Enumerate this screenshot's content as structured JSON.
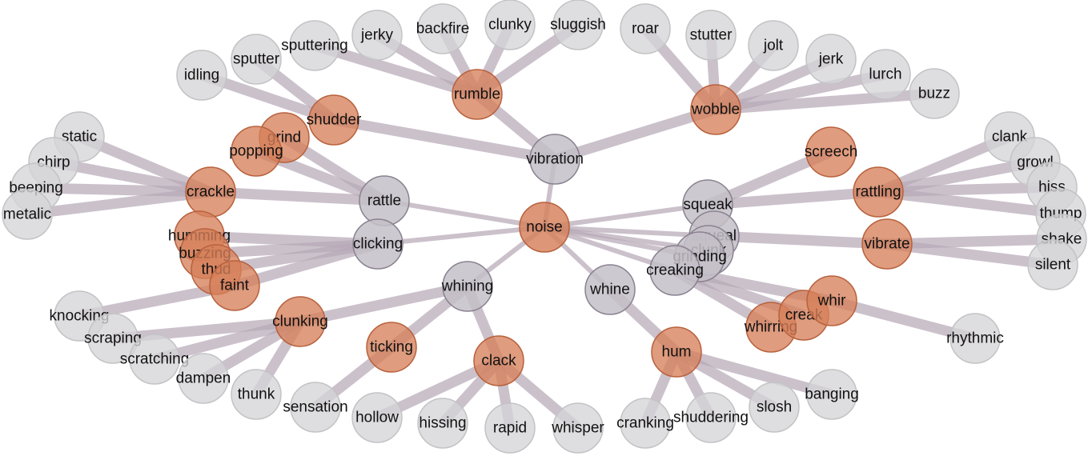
{
  "colors": {
    "leaf": "#d5d5d7",
    "mid": "#d6805a",
    "hub": "#c4c0c8",
    "edge": "#b7a9b7"
  },
  "nodes": [
    {
      "id": "noise",
      "label": "noise",
      "kind": "root"
    },
    {
      "id": "vibration",
      "label": "vibration",
      "kind": "hub"
    },
    {
      "id": "rattle",
      "label": "rattle",
      "kind": "hub"
    },
    {
      "id": "clicking",
      "label": "clicking",
      "kind": "hub"
    },
    {
      "id": "whining",
      "label": "whining",
      "kind": "hub"
    },
    {
      "id": "whine",
      "label": "whine",
      "kind": "hub"
    },
    {
      "id": "squeak",
      "label": "squeak",
      "kind": "hub"
    },
    {
      "id": "squeal",
      "label": "squeal",
      "kind": "hub"
    },
    {
      "id": "clunk",
      "label": "clunk",
      "kind": "hub"
    },
    {
      "id": "grinding",
      "label": "grinding",
      "kind": "hub"
    },
    {
      "id": "creaking",
      "label": "creaking",
      "kind": "hub"
    },
    {
      "id": "rumble",
      "label": "rumble",
      "kind": "mid"
    },
    {
      "id": "wobble",
      "label": "wobble",
      "kind": "mid"
    },
    {
      "id": "shudder",
      "label": "shudder",
      "kind": "mid"
    },
    {
      "id": "grind",
      "label": "grind",
      "kind": "mid"
    },
    {
      "id": "popping",
      "label": "popping",
      "kind": "mid"
    },
    {
      "id": "crackle",
      "label": "crackle",
      "kind": "mid"
    },
    {
      "id": "humming",
      "label": "humming",
      "kind": "mid"
    },
    {
      "id": "buzzing",
      "label": "buzzing",
      "kind": "mid"
    },
    {
      "id": "thud",
      "label": "thud",
      "kind": "mid"
    },
    {
      "id": "faint",
      "label": "faint",
      "kind": "mid"
    },
    {
      "id": "clunking",
      "label": "clunking",
      "kind": "mid"
    },
    {
      "id": "ticking",
      "label": "ticking",
      "kind": "mid"
    },
    {
      "id": "clack",
      "label": "clack",
      "kind": "mid"
    },
    {
      "id": "hum",
      "label": "hum",
      "kind": "mid"
    },
    {
      "id": "whirring",
      "label": "whirring",
      "kind": "mid"
    },
    {
      "id": "creak",
      "label": "creak",
      "kind": "mid"
    },
    {
      "id": "whir",
      "label": "whir",
      "kind": "mid"
    },
    {
      "id": "screech",
      "label": "screech",
      "kind": "mid"
    },
    {
      "id": "rattling",
      "label": "rattling",
      "kind": "mid"
    },
    {
      "id": "vibrate",
      "label": "vibrate",
      "kind": "mid"
    },
    {
      "id": "idling",
      "label": "idling",
      "kind": "leaf"
    },
    {
      "id": "sputter",
      "label": "sputter",
      "kind": "leaf"
    },
    {
      "id": "sputtering",
      "label": "sputtering",
      "kind": "leaf"
    },
    {
      "id": "jerky",
      "label": "jerky",
      "kind": "leaf"
    },
    {
      "id": "backfire",
      "label": "backfire",
      "kind": "leaf"
    },
    {
      "id": "clunky",
      "label": "clunky",
      "kind": "leaf"
    },
    {
      "id": "sluggish",
      "label": "sluggish",
      "kind": "leaf"
    },
    {
      "id": "roar",
      "label": "roar",
      "kind": "leaf"
    },
    {
      "id": "stutter",
      "label": "stutter",
      "kind": "leaf"
    },
    {
      "id": "jolt",
      "label": "jolt",
      "kind": "leaf"
    },
    {
      "id": "jerk",
      "label": "jerk",
      "kind": "leaf"
    },
    {
      "id": "lurch",
      "label": "lurch",
      "kind": "leaf"
    },
    {
      "id": "buzz",
      "label": "buzz",
      "kind": "leaf"
    },
    {
      "id": "static",
      "label": "static",
      "kind": "leaf"
    },
    {
      "id": "chirp",
      "label": "chirp",
      "kind": "leaf"
    },
    {
      "id": "beeping",
      "label": "beeping",
      "kind": "leaf"
    },
    {
      "id": "metalic",
      "label": "metalic",
      "kind": "leaf"
    },
    {
      "id": "clank",
      "label": "clank",
      "kind": "leaf"
    },
    {
      "id": "growl",
      "label": "growl",
      "kind": "leaf"
    },
    {
      "id": "hiss",
      "label": "hiss",
      "kind": "leaf"
    },
    {
      "id": "thump",
      "label": "thump",
      "kind": "leaf"
    },
    {
      "id": "shake",
      "label": "shake",
      "kind": "leaf"
    },
    {
      "id": "silent",
      "label": "silent",
      "kind": "leaf"
    },
    {
      "id": "rhythmic",
      "label": "rhythmic",
      "kind": "leaf"
    },
    {
      "id": "knocking",
      "label": "knocking",
      "kind": "leaf"
    },
    {
      "id": "scraping",
      "label": "scraping",
      "kind": "leaf"
    },
    {
      "id": "scratching",
      "label": "scratching",
      "kind": "leaf"
    },
    {
      "id": "dampen",
      "label": "dampen",
      "kind": "leaf"
    },
    {
      "id": "thunk",
      "label": "thunk",
      "kind": "leaf"
    },
    {
      "id": "sensation",
      "label": "sensation",
      "kind": "leaf"
    },
    {
      "id": "hollow",
      "label": "hollow",
      "kind": "leaf"
    },
    {
      "id": "hissing",
      "label": "hissing",
      "kind": "leaf"
    },
    {
      "id": "rapid",
      "label": "rapid",
      "kind": "leaf"
    },
    {
      "id": "whisper",
      "label": "whisper",
      "kind": "leaf"
    },
    {
      "id": "cranking",
      "label": "cranking",
      "kind": "leaf"
    },
    {
      "id": "shuddering",
      "label": "shuddering",
      "kind": "leaf"
    },
    {
      "id": "slosh",
      "label": "slosh",
      "kind": "leaf"
    },
    {
      "id": "banging",
      "label": "banging",
      "kind": "leaf"
    }
  ],
  "edges": [
    [
      "noise",
      "vibration"
    ],
    [
      "noise",
      "rattle"
    ],
    [
      "noise",
      "clicking"
    ],
    [
      "noise",
      "whining"
    ],
    [
      "noise",
      "whine"
    ],
    [
      "noise",
      "squeak"
    ],
    [
      "noise",
      "squeal"
    ],
    [
      "noise",
      "clunk"
    ],
    [
      "noise",
      "grinding"
    ],
    [
      "noise",
      "creaking"
    ],
    [
      "vibration",
      "rumble"
    ],
    [
      "vibration",
      "wobble"
    ],
    [
      "vibration",
      "shudder"
    ],
    [
      "rumble",
      "sputtering"
    ],
    [
      "rumble",
      "jerky"
    ],
    [
      "rumble",
      "backfire"
    ],
    [
      "rumble",
      "clunky"
    ],
    [
      "rumble",
      "sluggish"
    ],
    [
      "wobble",
      "roar"
    ],
    [
      "wobble",
      "stutter"
    ],
    [
      "wobble",
      "jolt"
    ],
    [
      "wobble",
      "jerk"
    ],
    [
      "wobble",
      "lurch"
    ],
    [
      "wobble",
      "buzz"
    ],
    [
      "shudder",
      "idling"
    ],
    [
      "shudder",
      "sputter"
    ],
    [
      "rattle",
      "grind"
    ],
    [
      "rattle",
      "popping"
    ],
    [
      "rattle",
      "crackle"
    ],
    [
      "crackle",
      "static"
    ],
    [
      "crackle",
      "chirp"
    ],
    [
      "crackle",
      "beeping"
    ],
    [
      "crackle",
      "metalic"
    ],
    [
      "clicking",
      "humming"
    ],
    [
      "clicking",
      "buzzing"
    ],
    [
      "clicking",
      "thud"
    ],
    [
      "clicking",
      "faint"
    ],
    [
      "faint",
      "knocking"
    ],
    [
      "whining",
      "clunking"
    ],
    [
      "whining",
      "ticking"
    ],
    [
      "whining",
      "clack"
    ],
    [
      "clunking",
      "scraping"
    ],
    [
      "clunking",
      "scratching"
    ],
    [
      "clunking",
      "dampen"
    ],
    [
      "clunking",
      "thunk"
    ],
    [
      "ticking",
      "sensation"
    ],
    [
      "clack",
      "hollow"
    ],
    [
      "clack",
      "hissing"
    ],
    [
      "clack",
      "rapid"
    ],
    [
      "clack",
      "whisper"
    ],
    [
      "whine",
      "hum"
    ],
    [
      "hum",
      "cranking"
    ],
    [
      "hum",
      "shuddering"
    ],
    [
      "hum",
      "slosh"
    ],
    [
      "hum",
      "banging"
    ],
    [
      "squeak",
      "screech"
    ],
    [
      "squeak",
      "rattling"
    ],
    [
      "rattling",
      "clank"
    ],
    [
      "rattling",
      "growl"
    ],
    [
      "rattling",
      "hiss"
    ],
    [
      "rattling",
      "thump"
    ],
    [
      "squeal",
      "vibrate"
    ],
    [
      "vibrate",
      "shake"
    ],
    [
      "vibrate",
      "silent"
    ],
    [
      "creaking",
      "whirring"
    ],
    [
      "creaking",
      "creak"
    ],
    [
      "creaking",
      "whir"
    ],
    [
      "whir",
      "rhythmic"
    ]
  ]
}
